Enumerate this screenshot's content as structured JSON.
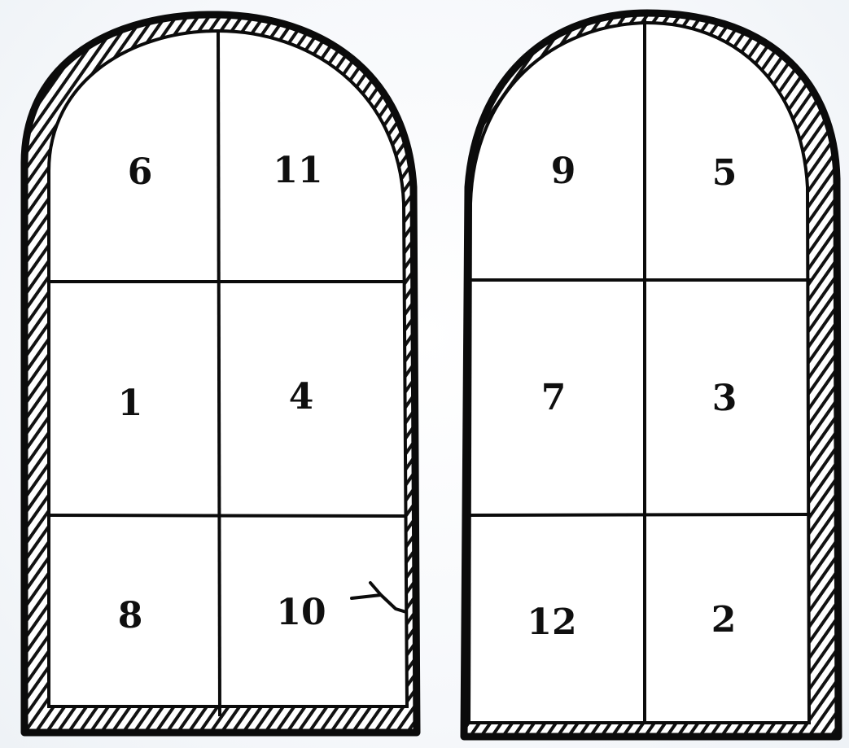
{
  "tablets": [
    {
      "cells": [
        {
          "num": "6"
        },
        {
          "num": "11"
        },
        {
          "num": "1"
        },
        {
          "num": "4"
        },
        {
          "num": "8"
        },
        {
          "num": "10"
        }
      ]
    },
    {
      "cells": [
        {
          "num": "9"
        },
        {
          "num": "5"
        },
        {
          "num": "7"
        },
        {
          "num": "3"
        },
        {
          "num": "12"
        },
        {
          "num": "2"
        }
      ]
    }
  ],
  "colors": {
    "outline": "#0b0b0b",
    "face": "#ffffff",
    "background": "#f4f7fa"
  }
}
